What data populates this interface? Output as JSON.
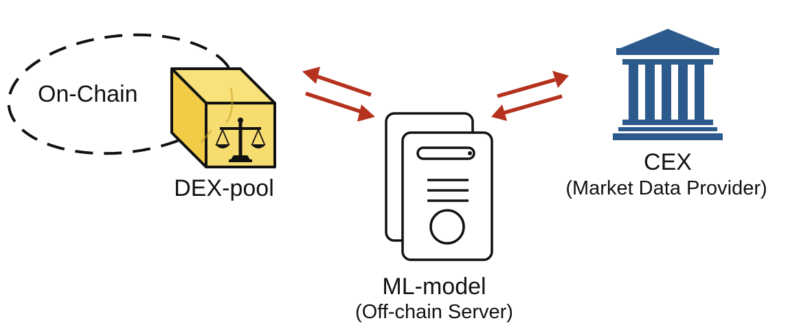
{
  "nodes": {
    "on_chain": {
      "label": "On-Chain"
    },
    "dex_pool": {
      "label": "DEX-pool",
      "icon": "scales-of-justice-icon"
    },
    "ml_model": {
      "label": "ML-model",
      "sublabel": "(Off-chain Server)",
      "icon": "server-icon"
    },
    "cex": {
      "label": "CEX",
      "sublabel": "(Market Data Provider)",
      "icon": "bank-building-icon"
    }
  },
  "colors": {
    "arrow": "#b5321e",
    "box_face": "#f7dc6f",
    "box_side": "#f0c93e",
    "bank": "#2c5a8c",
    "outline": "#111111"
  }
}
